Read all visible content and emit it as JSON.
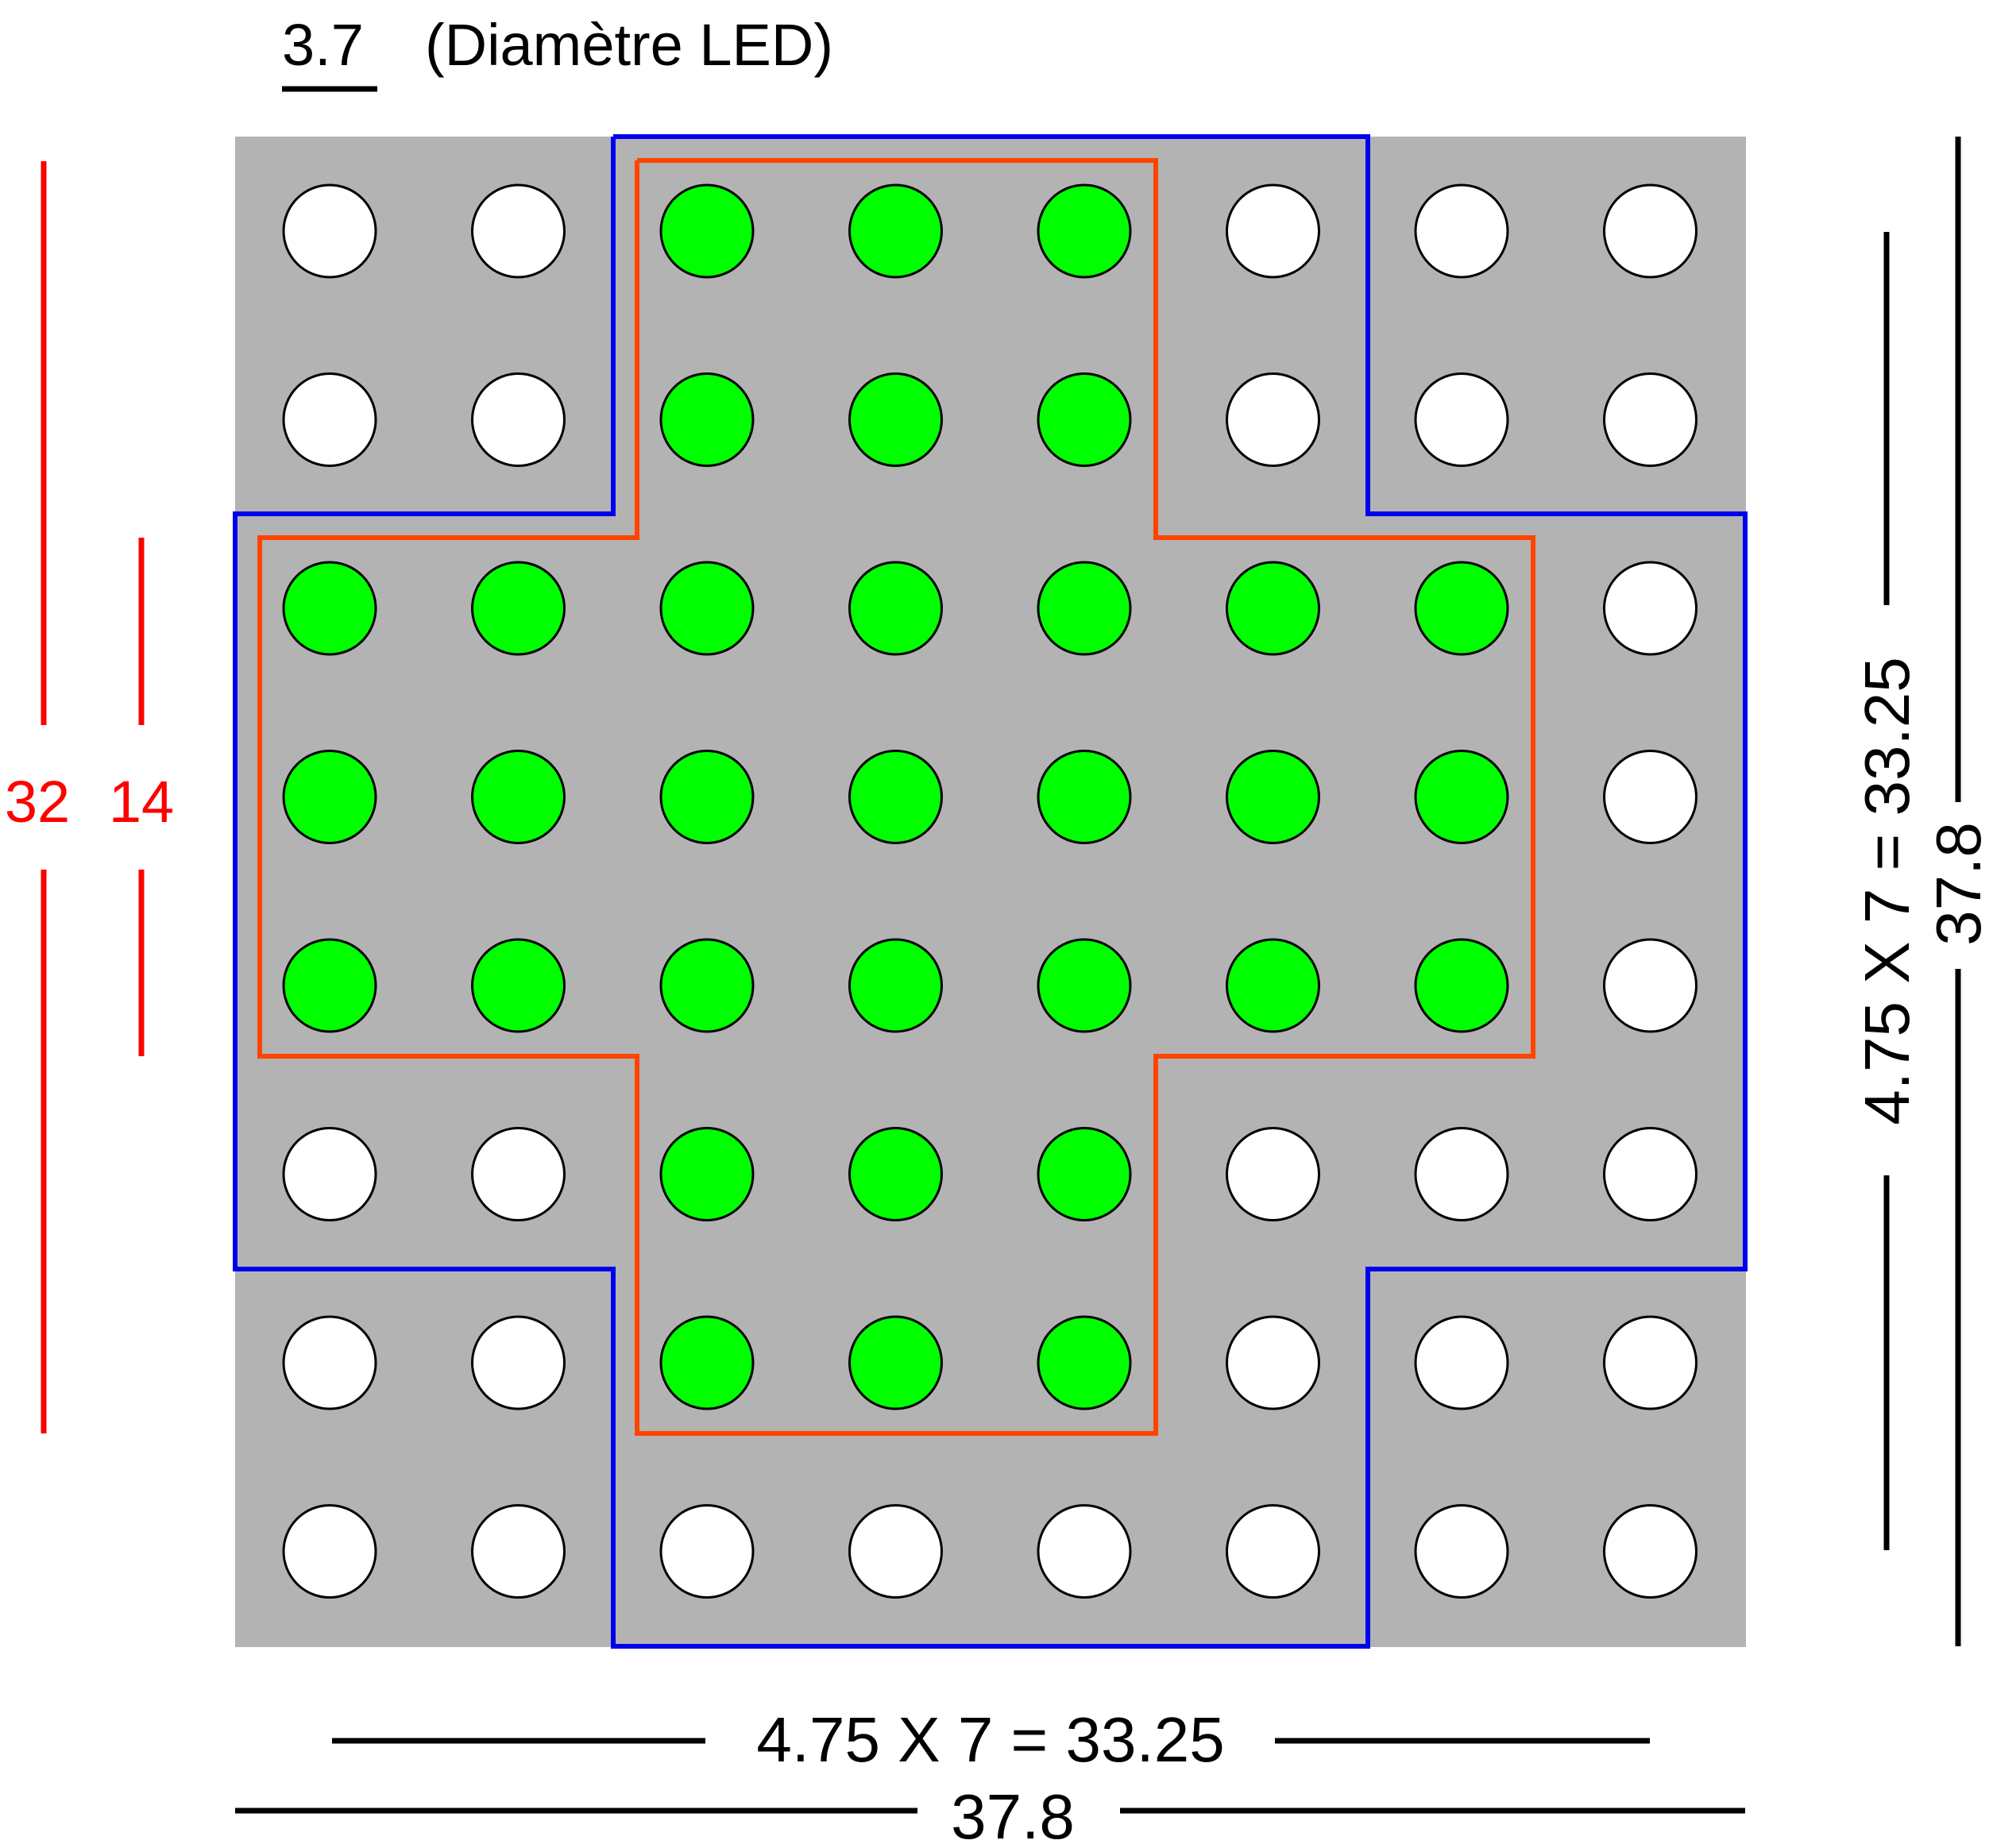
{
  "title": {
    "value": "3.7",
    "description": "(Diamètre LED)"
  },
  "colors": {
    "board": "#b3b3b3",
    "led_off": "#ffffff",
    "led_on": "#00ff00",
    "led_stroke": "#000000",
    "outer_outline": "#0000ee",
    "inner_outline": "#ff4400",
    "red_dimension": "#ff0000",
    "black_dimension": "#000000"
  },
  "grid": {
    "rows": 8,
    "cols": 8,
    "lit": [
      [
        0,
        0,
        1,
        1,
        1,
        0,
        0,
        0
      ],
      [
        0,
        0,
        1,
        1,
        1,
        0,
        0,
        0
      ],
      [
        1,
        1,
        1,
        1,
        1,
        1,
        1,
        0
      ],
      [
        1,
        1,
        1,
        1,
        1,
        1,
        1,
        0
      ],
      [
        1,
        1,
        1,
        1,
        1,
        1,
        1,
        0
      ],
      [
        0,
        0,
        1,
        1,
        1,
        0,
        0,
        0
      ],
      [
        0,
        0,
        1,
        1,
        1,
        0,
        0,
        0
      ],
      [
        0,
        0,
        0,
        0,
        0,
        0,
        0,
        0
      ]
    ]
  },
  "dimensions": {
    "left_outer": "32",
    "left_inner": "14",
    "bottom_pitch": "4.75 X 7 = 33.25",
    "bottom_total": "37.8",
    "right_pitch": "4.75 X 7 = 33.25",
    "right_total": "37.8"
  }
}
